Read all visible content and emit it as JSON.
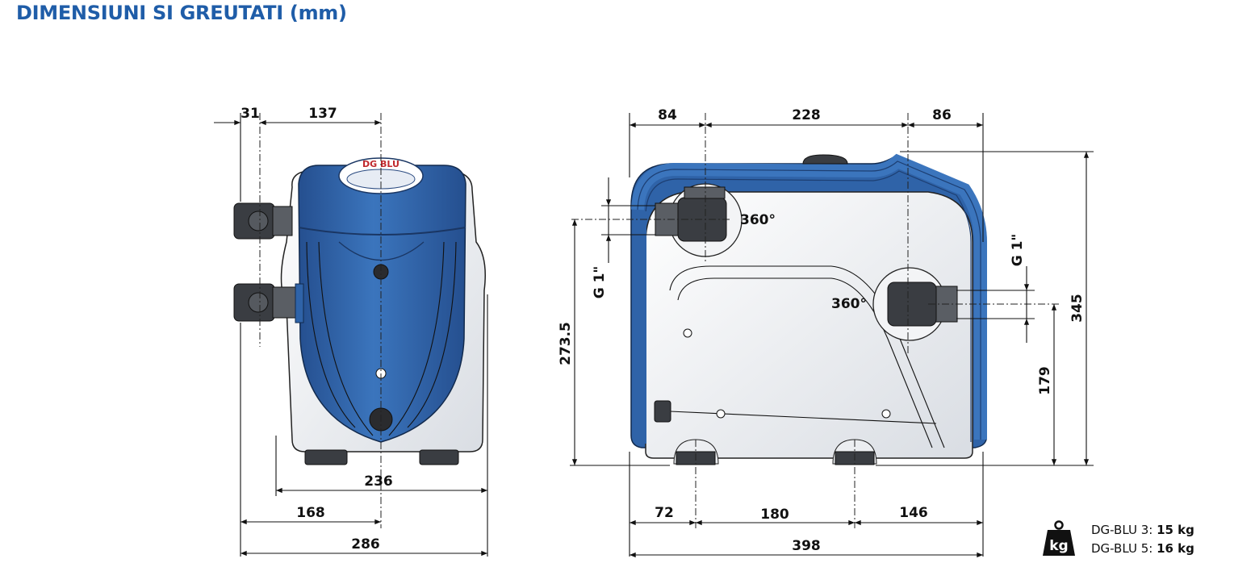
{
  "title": "DIMENSIUNI SI GREUTATI (mm)",
  "brand_label": "DG BLU",
  "front_view": {
    "dims": {
      "top_left": "31",
      "top_right": "137",
      "width_body": "236",
      "to_axis": "168",
      "overall": "286"
    }
  },
  "side_view": {
    "dims": {
      "top_left": "84",
      "top_mid": "228",
      "top_right": "86",
      "inlet_height": "273.5",
      "thread_left": "G 1\"",
      "thread_right": "G 1\"",
      "outlet_height": "179",
      "overall_height": "345",
      "bottom_left": "72",
      "bottom_mid": "180",
      "bottom_right": "146",
      "overall_length": "398"
    },
    "rotation_left": "360°",
    "rotation_right": "360°"
  },
  "weights": {
    "icon_label": "kg",
    "items": [
      {
        "model": "DG-BLU 3: ",
        "value": "15 kg"
      },
      {
        "model": "DG-BLU 5: ",
        "value": "16 kg"
      }
    ]
  },
  "colors": {
    "title": "#1f5da8",
    "pump_blue": "#2f63a8",
    "pump_dark": "#1d3f73",
    "grey": "#e9ebee"
  }
}
